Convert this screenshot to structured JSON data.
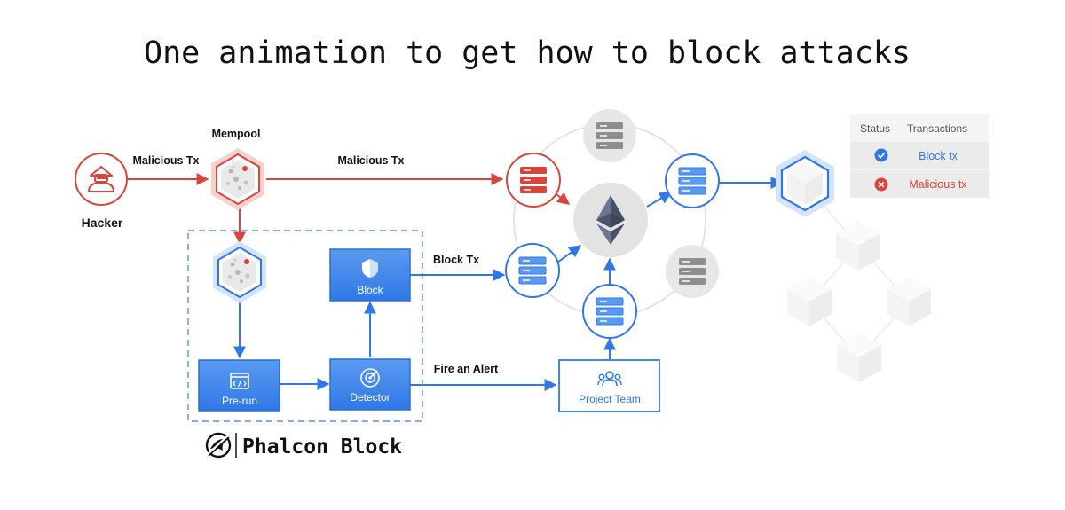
{
  "title": "One animation to get how to block attacks",
  "nodes": {
    "hacker": "Hacker",
    "mempool": "Mempool",
    "block": "Block",
    "detector": "Detector",
    "prerun": "Pre-run",
    "project_team": "Project Team"
  },
  "edges": {
    "malicious_tx_1": "Malicious Tx",
    "malicious_tx_2": "Malicious Tx",
    "block_tx": "Block Tx",
    "fire_alert": "Fire an Alert"
  },
  "legend": {
    "col_status": "Status",
    "col_transactions": "Transactions",
    "rows": [
      {
        "icon": "check-circle-icon",
        "label": "Block tx"
      },
      {
        "icon": "x-circle-icon",
        "label": "Malicious tx"
      }
    ]
  },
  "brand": {
    "name": "Phalcon Block"
  },
  "colors": {
    "red": "#d8453b",
    "blue": "#2f78e6",
    "blue_fill": "#3d86ea",
    "gray": "#8e8e8e",
    "light_gray": "#e6e6e6"
  }
}
